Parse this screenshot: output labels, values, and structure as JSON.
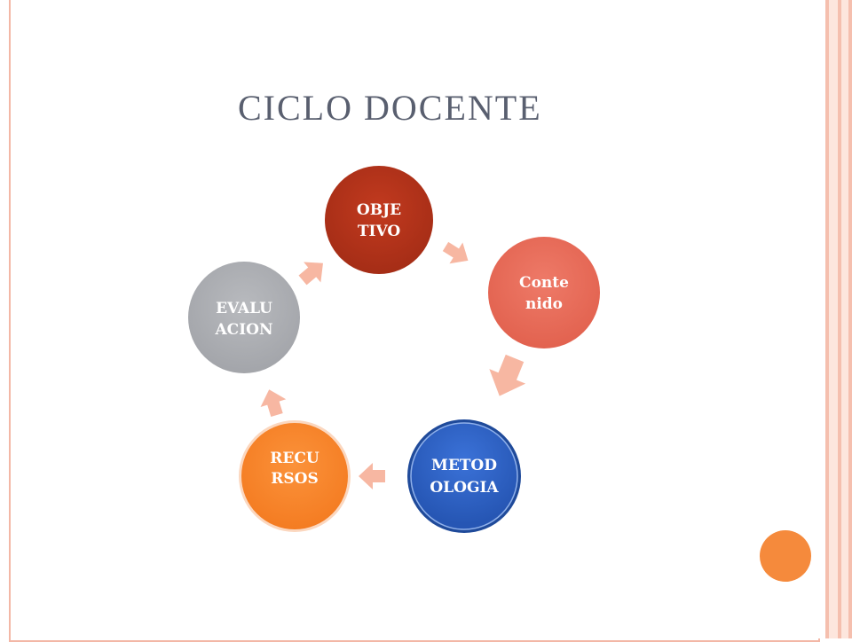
{
  "slide": {
    "title": "CICLO DOCENTE"
  },
  "cycle": {
    "nodes": [
      {
        "id": "objetivo",
        "lines": [
          "OBJE",
          "TIVO"
        ],
        "color": "#b4321a"
      },
      {
        "id": "contenido",
        "lines": [
          "Conte",
          "nido"
        ],
        "color": "#e86e5c"
      },
      {
        "id": "metodologia",
        "lines": [
          "METOD",
          "OLOGIA"
        ],
        "color": "#2f63c7"
      },
      {
        "id": "recursos",
        "lines": [
          "RECU",
          "RSOS"
        ],
        "color": "#f7882f"
      },
      {
        "id": "evaluacion",
        "lines": [
          "EVALU",
          "ACION"
        ],
        "color": "#adafb4"
      }
    ],
    "arrow_color": "#f7b7a2"
  }
}
